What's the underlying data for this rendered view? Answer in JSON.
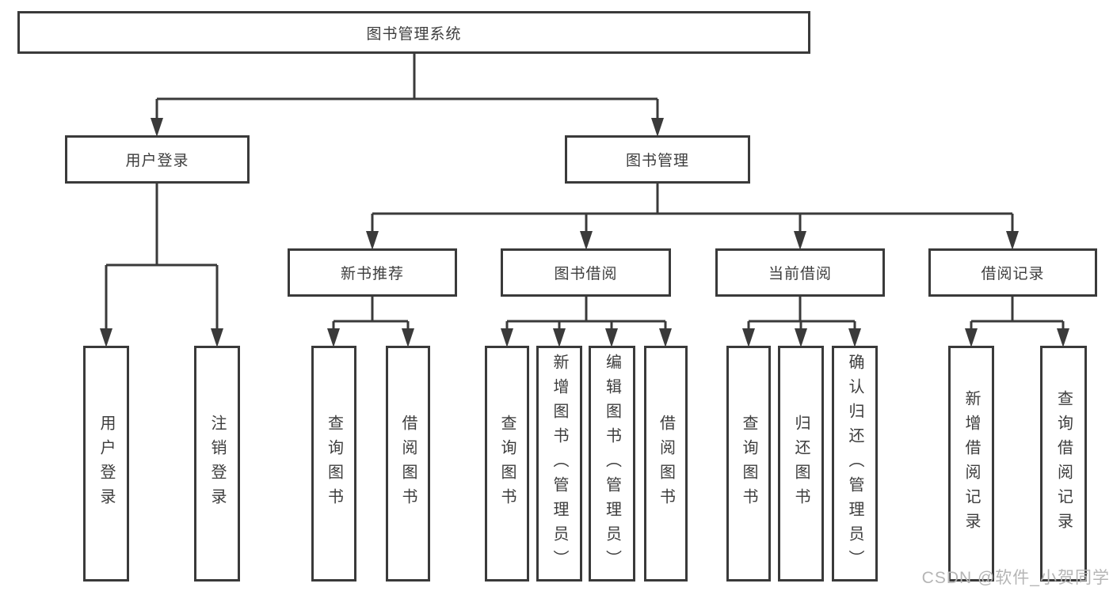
{
  "diagram": {
    "root": {
      "label": "图书管理系统"
    },
    "level2": [
      {
        "label": "用户登录",
        "leaves": [
          {
            "label": "用户登录"
          },
          {
            "label": "注销登录"
          }
        ]
      },
      {
        "label": "图书管理",
        "groups": [
          {
            "label": "新书推荐",
            "leaves": [
              {
                "label": "查询图书"
              },
              {
                "label": "借阅图书"
              }
            ]
          },
          {
            "label": "图书借阅",
            "leaves": [
              {
                "label": "查询图书"
              },
              {
                "label": "新增图书（管理员）"
              },
              {
                "label": "编辑图书（管理员）"
              },
              {
                "label": "借阅图书"
              }
            ]
          },
          {
            "label": "当前借阅",
            "leaves": [
              {
                "label": "查询图书"
              },
              {
                "label": "归还图书"
              },
              {
                "label": "确认归还（管理员）"
              }
            ]
          },
          {
            "label": "借阅记录",
            "leaves": [
              {
                "label": "新增借阅记录"
              },
              {
                "label": "查询借阅记录"
              }
            ]
          }
        ]
      }
    ]
  },
  "watermark": {
    "text": "CSDN @软件_小贺同学"
  },
  "colors": {
    "line": "#3a3a3a",
    "box_background": "#ffffff",
    "text": "#3d3d3d",
    "watermark": "#b5b5b5"
  }
}
